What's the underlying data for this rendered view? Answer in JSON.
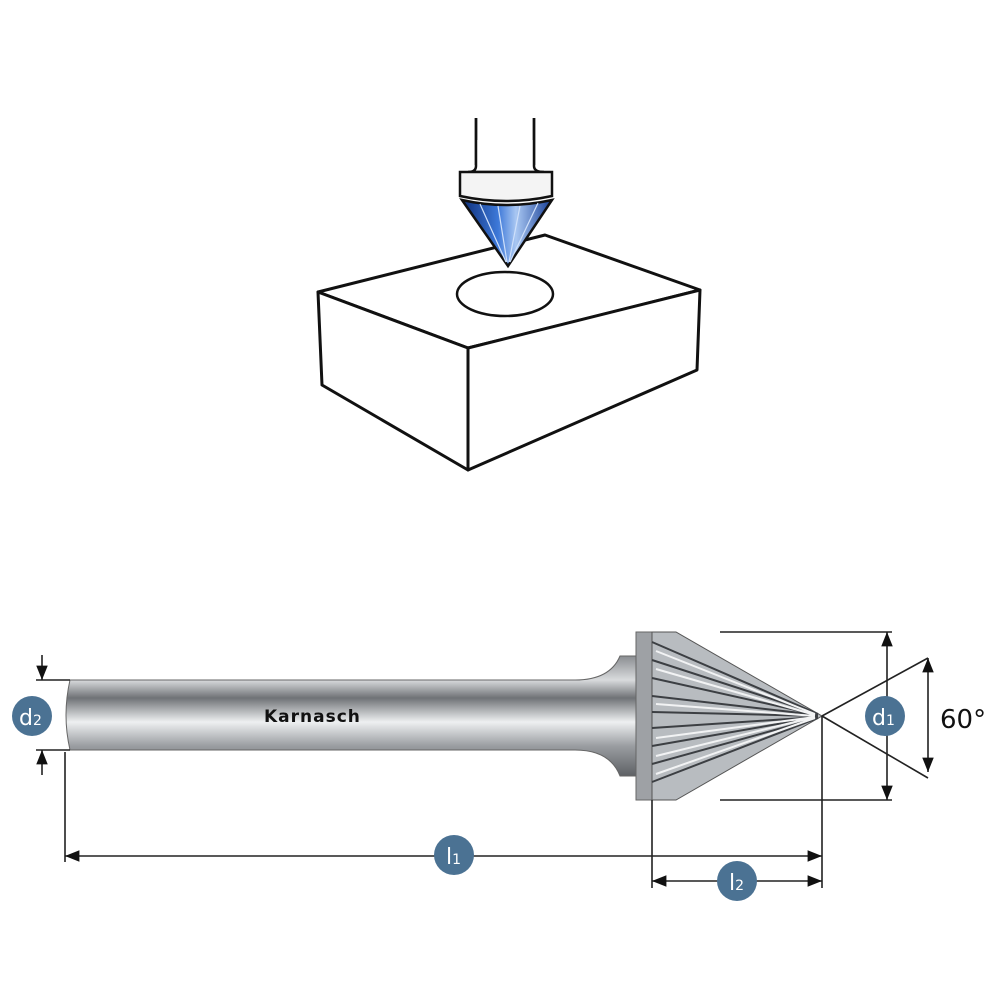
{
  "brand": "Karnasch",
  "labels": {
    "d1": {
      "main": "d",
      "sub": "1"
    },
    "d2": {
      "main": "d",
      "sub": "2"
    },
    "l1": {
      "main": "l",
      "sub": "1"
    },
    "l2": {
      "main": "l",
      "sub": "2"
    },
    "angle": "60°"
  },
  "colors": {
    "badge": "#4b7293",
    "cone_blue": "#1f4fa8",
    "line": "#222222"
  }
}
